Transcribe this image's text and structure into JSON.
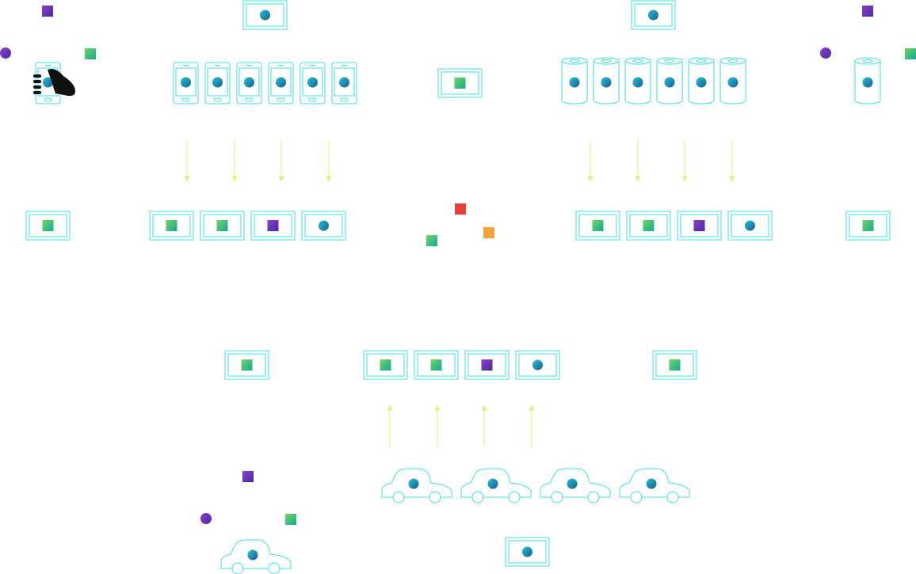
{
  "title": "",
  "colors": {
    "outline": "#3fe0e8",
    "arrow": "#d4f57a",
    "dot_start": "#1fc6d6",
    "dot_end": "#1f5a8c",
    "green_start": "#6cd85a",
    "green_end": "#19a79a",
    "purple_start": "#8b3fd1",
    "purple_end": "#4a2a9a",
    "red": "#e9413a",
    "orange": "#f4a339",
    "hand": "#111111"
  },
  "legend_markers": [
    "purple-square",
    "purple-circle",
    "green-square",
    "red-square",
    "orange-square"
  ],
  "device_groups": [
    {
      "kind": "phone",
      "count": 6,
      "arrows": 4,
      "direction": "down",
      "boxes": [
        "green",
        "green",
        "purple",
        "dot"
      ]
    },
    {
      "kind": "cylinder",
      "count": 6,
      "arrows": 4,
      "direction": "down",
      "boxes": [
        "green",
        "green",
        "purple",
        "dot"
      ]
    },
    {
      "kind": "car",
      "count": 4,
      "arrows": 4,
      "direction": "up",
      "boxes": [
        "green",
        "green",
        "purple",
        "dot"
      ]
    }
  ],
  "icons": [
    "phone-icon",
    "cylinder-icon",
    "car-icon",
    "hand-holding-phone-icon",
    "server-box-icon"
  ]
}
